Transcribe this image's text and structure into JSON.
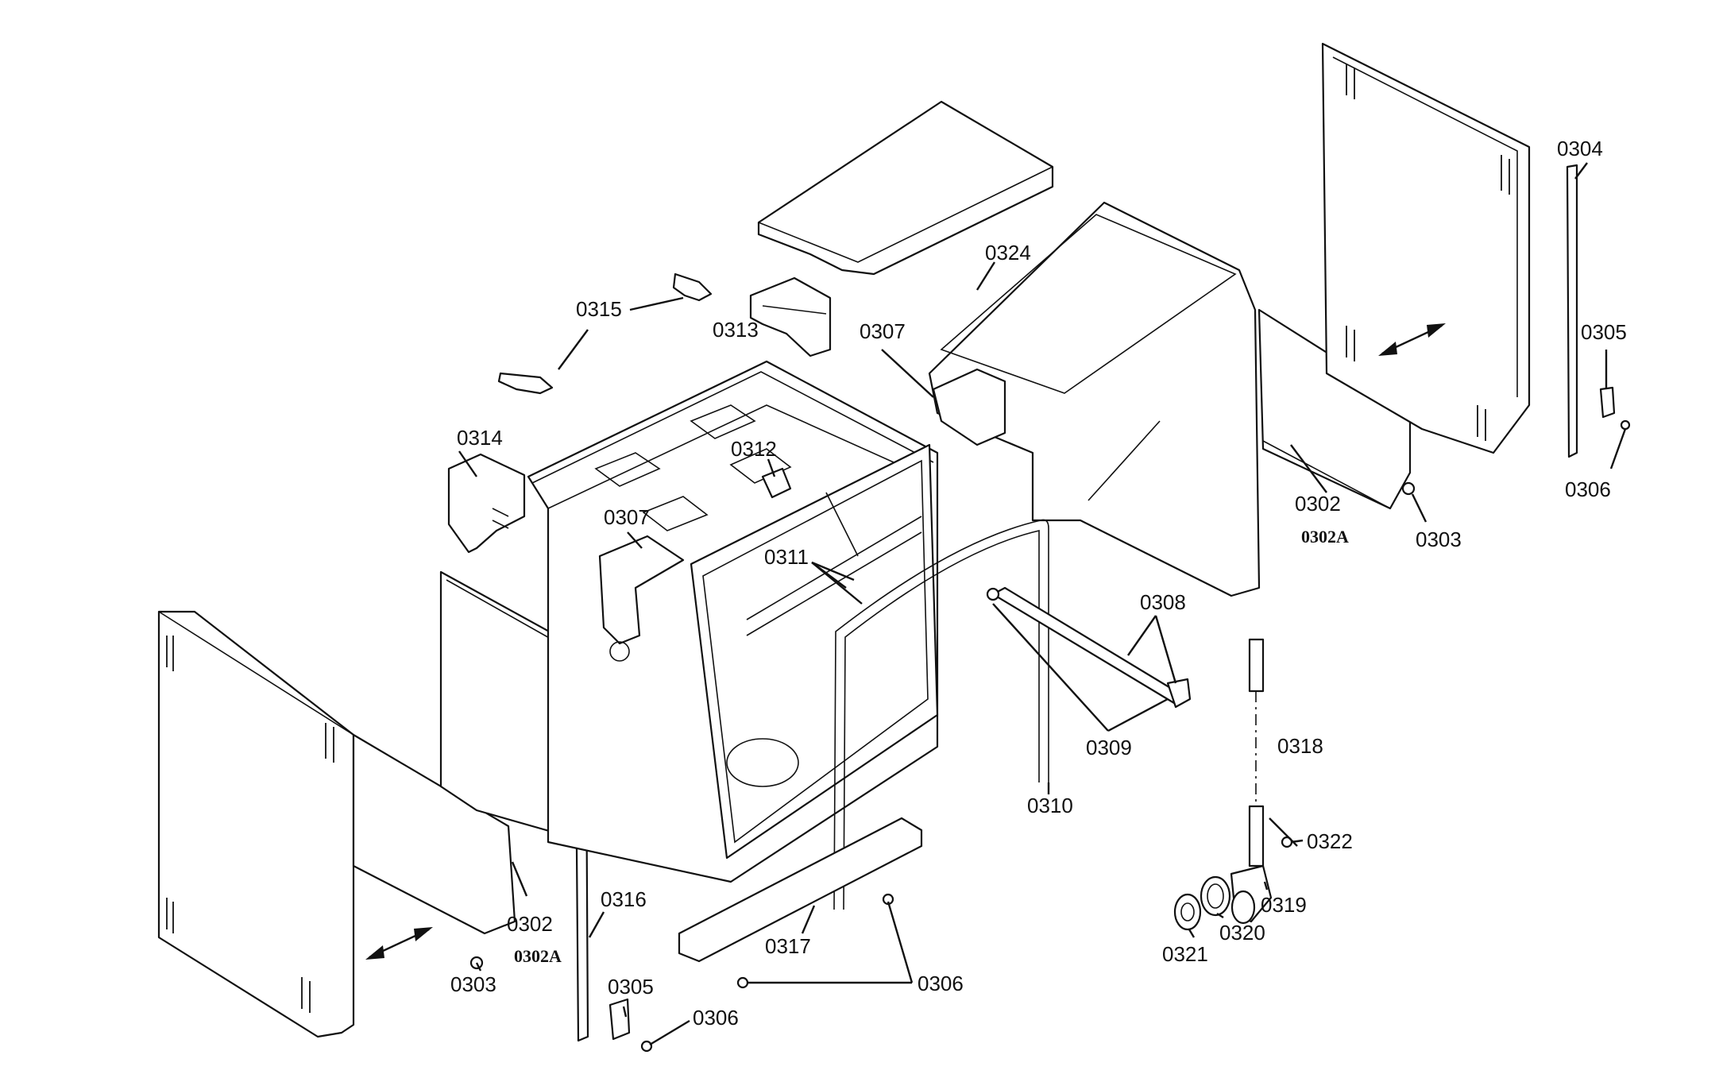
{
  "labels": {
    "p0302_left": "0302",
    "p0302a_left": "0302A",
    "p0303_left": "0303",
    "p0305_bottom": "0305",
    "p0306_bottom_left": "0306",
    "p0316": "0316",
    "p0317": "0317",
    "p0306_bottom_mid": "0306",
    "p0314": "0314",
    "p0315": "0315",
    "p0313": "0313",
    "p0312": "0312",
    "p0307_center": "0307",
    "p0311": "0311",
    "p0324": "0324",
    "p0307_right": "0307",
    "p0308": "0308",
    "p0309": "0309",
    "p0310": "0310",
    "p0302_right": "0302",
    "p0302a_right": "0302A",
    "p0303_right": "0303",
    "p0304": "0304",
    "p0305_right": "0305",
    "p0306_right": "0306",
    "p0318": "0318",
    "p0322": "0322",
    "p0319": "0319",
    "p0320": "0320",
    "p0321": "0321"
  }
}
